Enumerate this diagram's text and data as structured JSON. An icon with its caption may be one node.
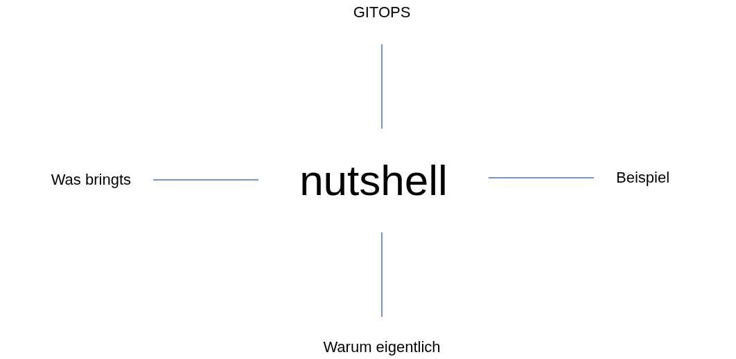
{
  "diagram": {
    "nodes": [
      {
        "text": [
          "nutshell"
        ]
      },
      {
        "text": [
          "GITOPS"
        ]
      },
      {
        "text": [
          "Was bringts"
        ]
      },
      {
        "text": [
          "Beispiel"
        ]
      },
      {
        "text": [
          "Warum eigentlich"
        ]
      }
    ],
    "edges": [
      {
        "from": 0,
        "to": 1,
        "arrow": "none"
      },
      {
        "from": 0,
        "to": 2,
        "arrow": "none"
      },
      {
        "from": 0,
        "to": 3,
        "arrow": "none"
      },
      {
        "from": 0,
        "to": 4,
        "arrow": "none"
      }
    ]
  }
}
